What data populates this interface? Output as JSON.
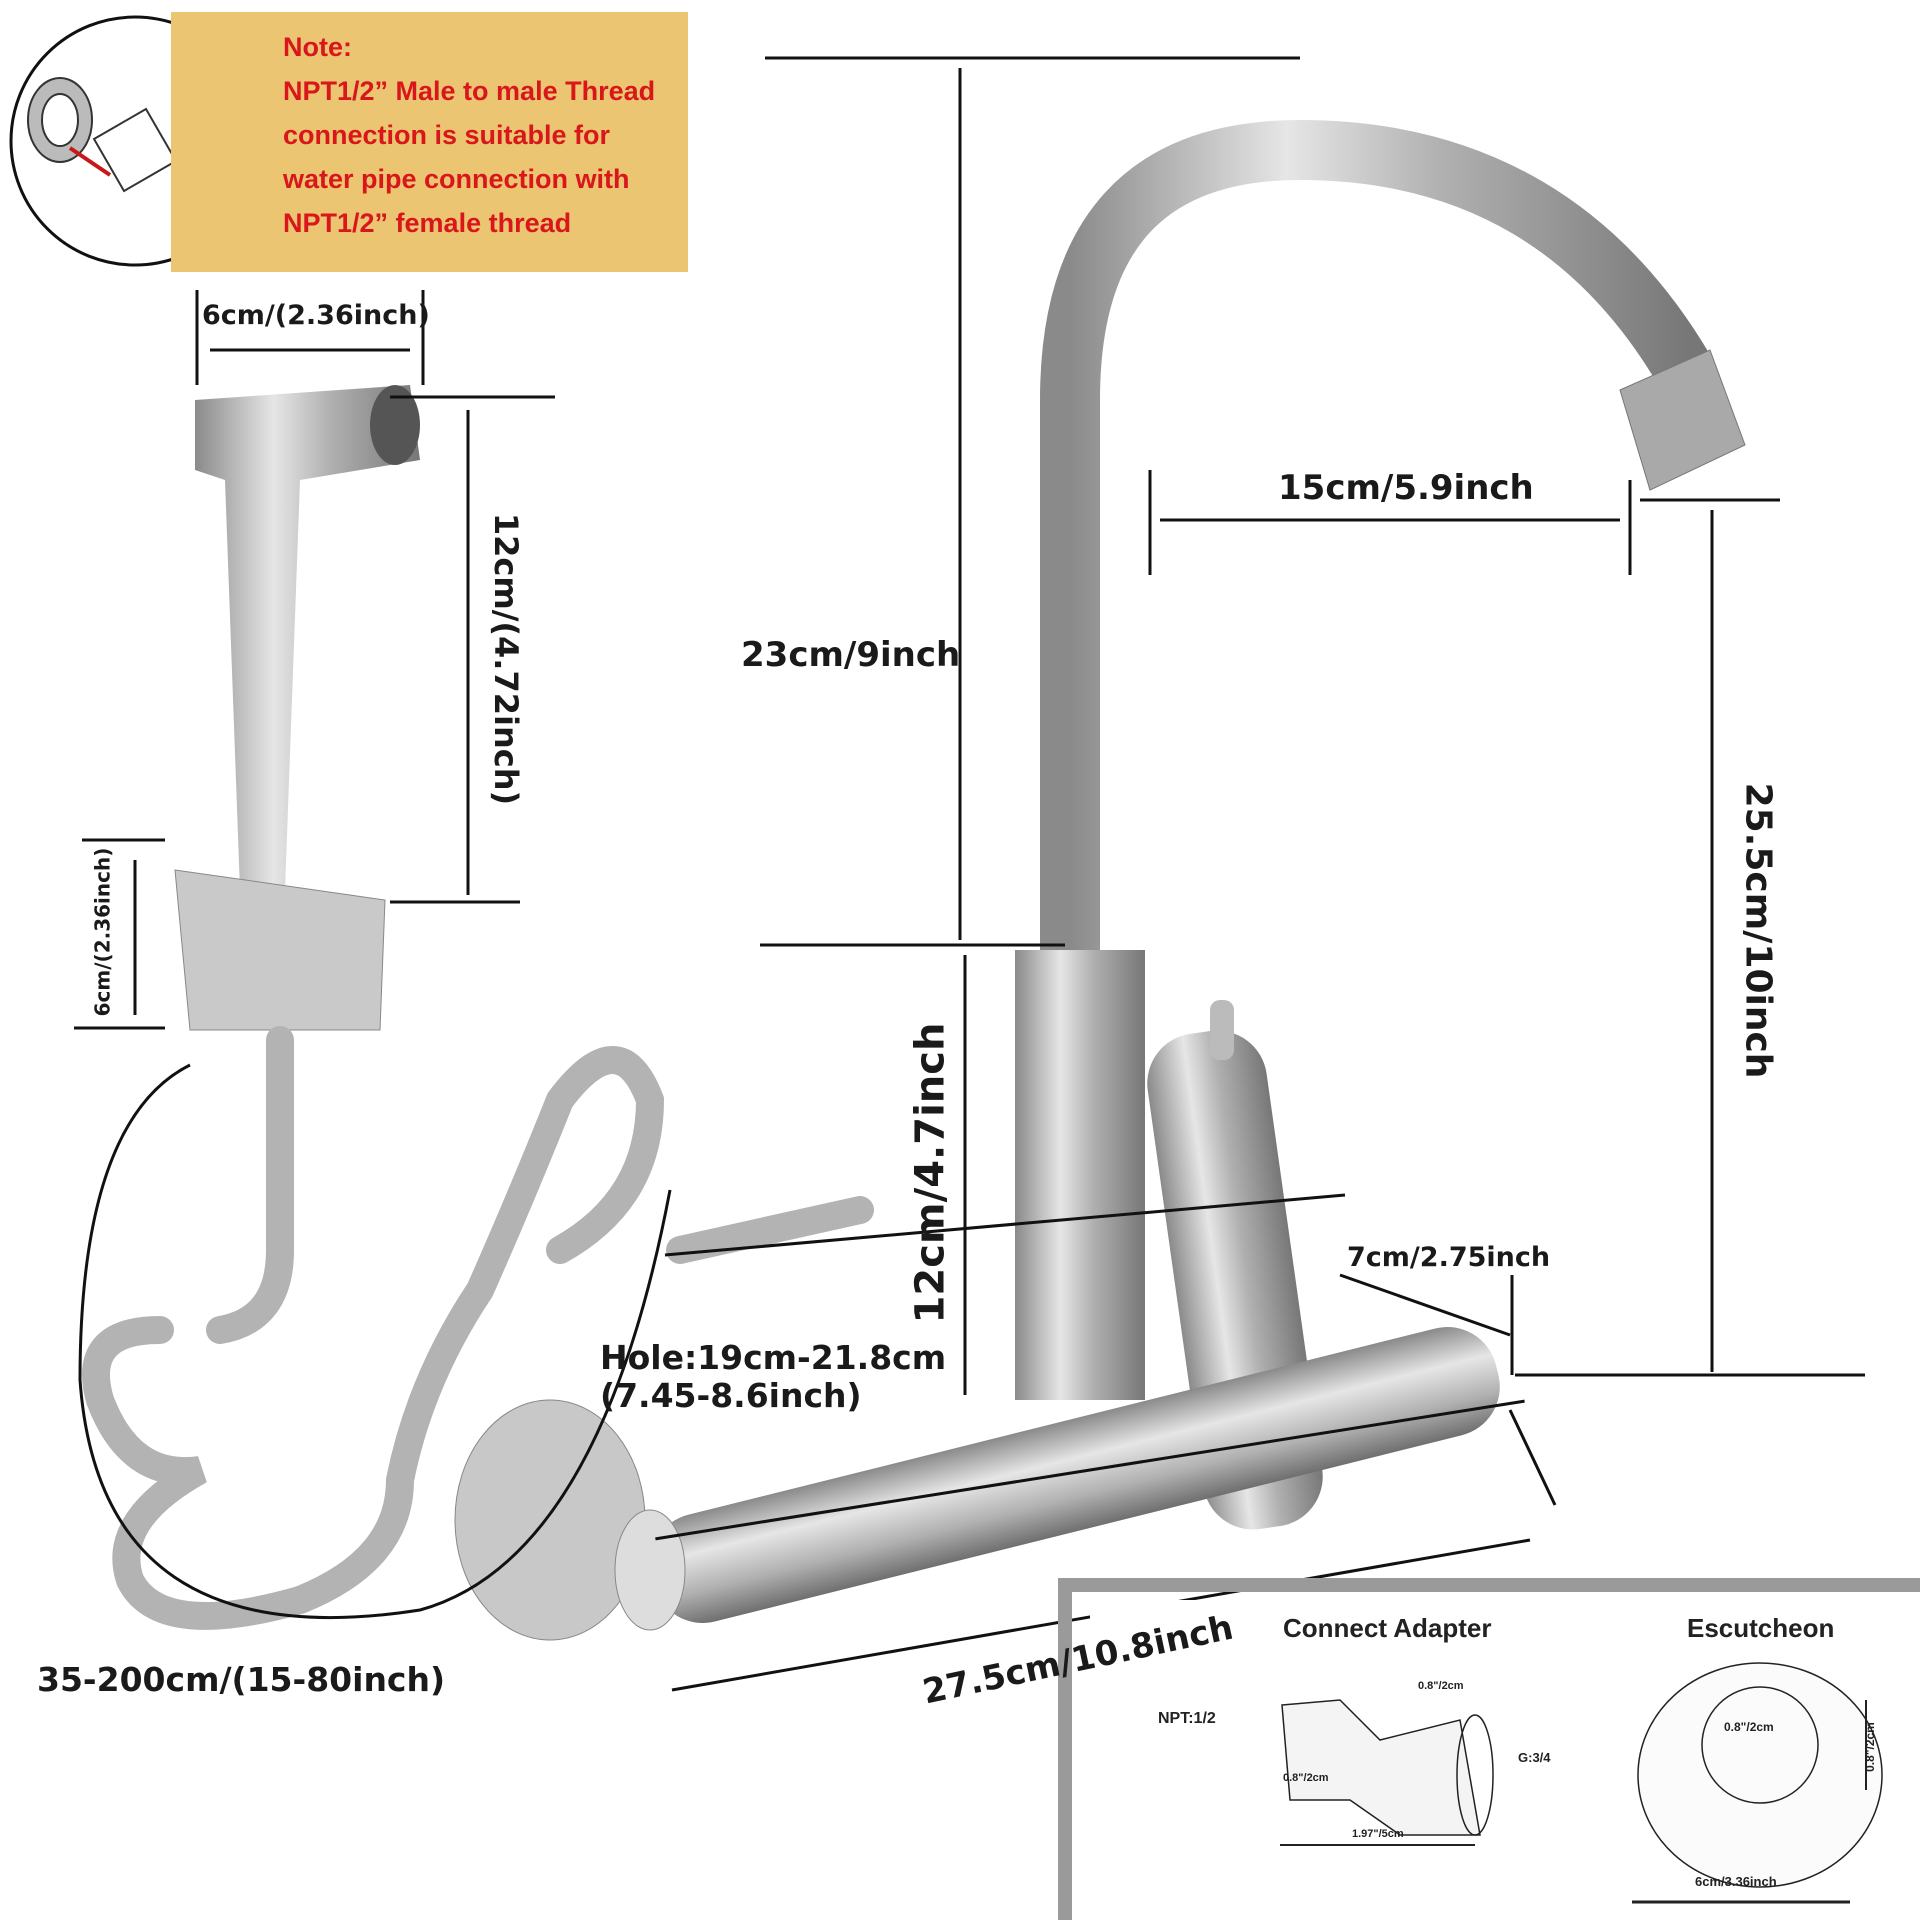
{
  "note": {
    "title": "Note:",
    "lines": [
      "NPT1/2”  Male to male Thread",
      "connection is suitable for",
      "water pipe connection with",
      "NPT1/2”  female thread"
    ]
  },
  "dimensions": {
    "hand_shower_width": "6cm/(2.36inch)",
    "hand_shower_height": "12cm/(4.72inch)",
    "holder_height": "6cm/(2.36inch)",
    "hose_length": "35-200cm/(15-80inch)",
    "spout_height": "23cm/9inch",
    "spout_reach": "15cm/5.9inch",
    "total_height": "25.5cm/10inch",
    "body_height": "12cm/4.7inch",
    "wall_depth": "7cm/2.75inch",
    "hole_line1": "Hole:19cm-21.8cm",
    "hole_line2": "(7.45-8.6inch)",
    "total_width": "27.5cm/10.8inch"
  },
  "inset": {
    "adapter": {
      "title": "Connect Adapter",
      "npt": "NPT:1/2",
      "g": "G:3/4",
      "top_len": "0.8\"/2cm",
      "bottom_len": "0.8\"/2cm",
      "total_len": "1.97\"/5cm"
    },
    "escutcheon": {
      "title": "Escutcheon",
      "inner": "0.8\"/2cm",
      "height": "0.8\"/2cm",
      "diameter": "6cm/3.36inch"
    }
  }
}
